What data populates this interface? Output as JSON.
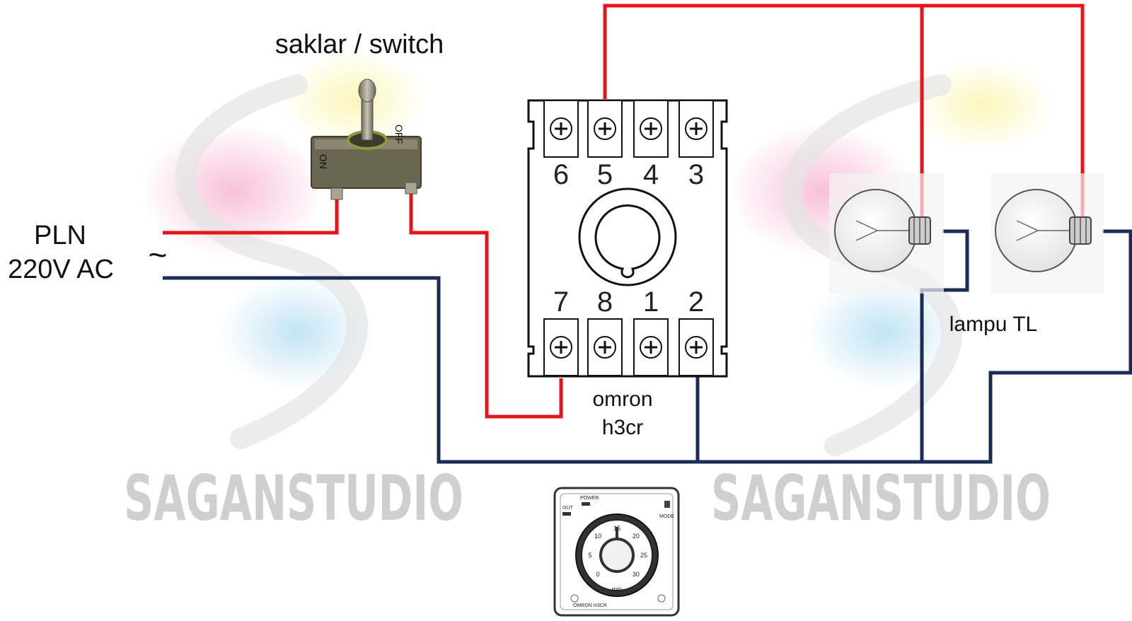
{
  "labels": {
    "switch": "saklar / switch",
    "source_line1": "PLN",
    "source_line2": "220V AC",
    "ac_symbol": "~",
    "timer_line1": "omron",
    "timer_line2": "h3cr",
    "lamps": "lampu TL"
  },
  "watermark": "SAGANSTUDIO",
  "switch_markings": {
    "on": "ON",
    "off": "OFF"
  },
  "terminals_top": [
    "6",
    "5",
    "4",
    "3"
  ],
  "terminals_bottom": [
    "7",
    "8",
    "1",
    "2"
  ],
  "timer_face": {
    "power": "POWER",
    "out": "OUT",
    "mode": "MODE",
    "scale": [
      "0",
      "5",
      "10",
      "15",
      "20",
      "25",
      "30"
    ],
    "unit": "min",
    "brand": "OMRON H3CR"
  },
  "colors": {
    "line_wire": "#e8141c",
    "neutral_wire": "#1a2b55",
    "watermark": "#cfcfcf"
  }
}
